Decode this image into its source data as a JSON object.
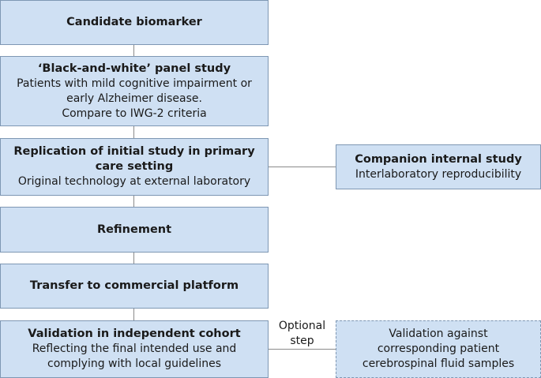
{
  "steps": [
    {
      "title": "Candidate biomarker",
      "lines": []
    },
    {
      "title": "‘Black-and-white’ panel study",
      "lines": [
        "Patients with mild cognitive impairment or",
        "early Alzheimer disease.",
        "Compare to IWG-2 criteria"
      ]
    },
    {
      "title_lines": [
        "Replication of initial study in primary",
        "care setting"
      ],
      "lines": [
        "Original technology at external laboratory"
      ]
    },
    {
      "title": "Refinement",
      "lines": []
    },
    {
      "title": "Transfer to commercial platform",
      "lines": []
    },
    {
      "title": "Validation in independent cohort",
      "lines": [
        "Reflecting the final intended use and",
        "complying with local guidelines"
      ]
    }
  ],
  "companion": {
    "title": "Companion internal study",
    "lines": [
      "Interlaboratory reproducibility"
    ]
  },
  "optional": {
    "label_lines": [
      "Optional",
      "step"
    ],
    "lines": [
      "Validation against",
      "corresponding patient",
      "cerebrospinal fluid samples"
    ]
  }
}
